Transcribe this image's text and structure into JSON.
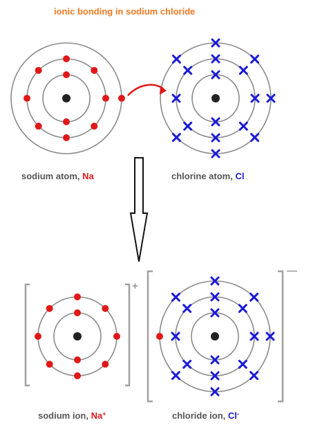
{
  "title": "ionic bonding in sodium chloride",
  "colors": {
    "title": "#f07820",
    "sodium": "#e01818",
    "chlorine": "#1a1ad8",
    "shell": "#8a8a8a",
    "nucleus": "#222222",
    "label": "#555555",
    "arrow_red": "#e01818",
    "bracket": "#a0a0a0"
  },
  "labels": {
    "sodium_atom": {
      "text": "sodium atom, ",
      "symbol": "Na",
      "sup": ""
    },
    "chlorine_atom": {
      "text": "chlorine atom, ",
      "symbol": "Cl",
      "sup": ""
    },
    "sodium_ion": {
      "text": "sodium ion, ",
      "symbol": "Na",
      "sup": "+"
    },
    "chloride_ion": {
      "text": "chloride ion, ",
      "symbol": "Cl",
      "sup": "-"
    }
  },
  "charges": {
    "sodium_ion": "+",
    "chloride_ion": "—"
  },
  "species": {
    "sodium_atom": {
      "shells": [
        2,
        8,
        1
      ],
      "electron_style": "dot"
    },
    "chlorine_atom": {
      "shells": [
        2,
        8,
        7
      ],
      "electron_style": "cross"
    },
    "sodium_ion": {
      "shells": [
        2,
        8
      ],
      "electron_style": "dot"
    },
    "chloride_ion": {
      "shells": [
        2,
        8,
        7
      ],
      "electron_style": "cross",
      "transferred_dot": 1
    }
  },
  "icons": {
    "transfer_arrow": "curved-arrow-icon",
    "reaction_arrow": "down-arrow-icon"
  }
}
